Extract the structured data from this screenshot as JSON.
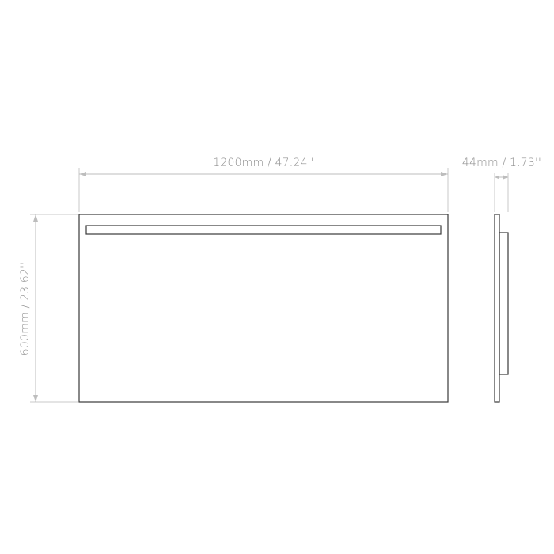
{
  "diagram": {
    "width_label": "1200mm / 47.24''",
    "height_label": "600mm / 23.62''",
    "depth_label": "44mm / 1.73''",
    "colors": {
      "dimension": "#bdbdbd",
      "text": "#8e8e8e",
      "outline": "#3a3a3a",
      "background": "#ffffff"
    }
  }
}
